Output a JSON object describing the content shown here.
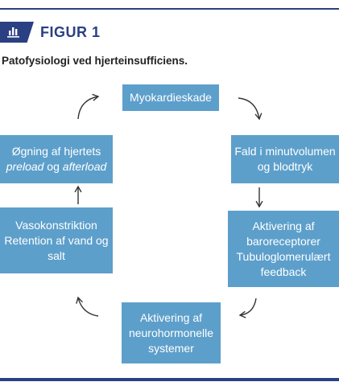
{
  "header": {
    "figure_label": "FIGUR 1",
    "figure_title": "Patofysiologi ved hjerteinsufficiens.",
    "icon": "bar-chart-icon"
  },
  "colors": {
    "accent": "#2b3f83",
    "box_fill": "#5d9fcb",
    "box_text": "#ffffff",
    "arrow": "#333333"
  },
  "cycle": {
    "myocardial_damage": [
      "Myokardieskade"
    ],
    "output_drop": [
      "Fald i minutvolumen",
      "og blodtryk"
    ],
    "baroreceptor_activation": [
      "Aktivering af",
      "baroreceptorer",
      "Tubuloglomerulært",
      "feedback"
    ],
    "neurohormonal_activation": [
      "Aktivering af",
      "neurohormonelle",
      "systemer"
    ],
    "vasoconstriction": [
      "Vasokonstriktion",
      "Retention af vand og",
      "salt"
    ],
    "load_increase": {
      "line1": "Øgning af hjertets",
      "preload": "preload",
      "joiner": " og ",
      "afterload": "afterload"
    }
  }
}
